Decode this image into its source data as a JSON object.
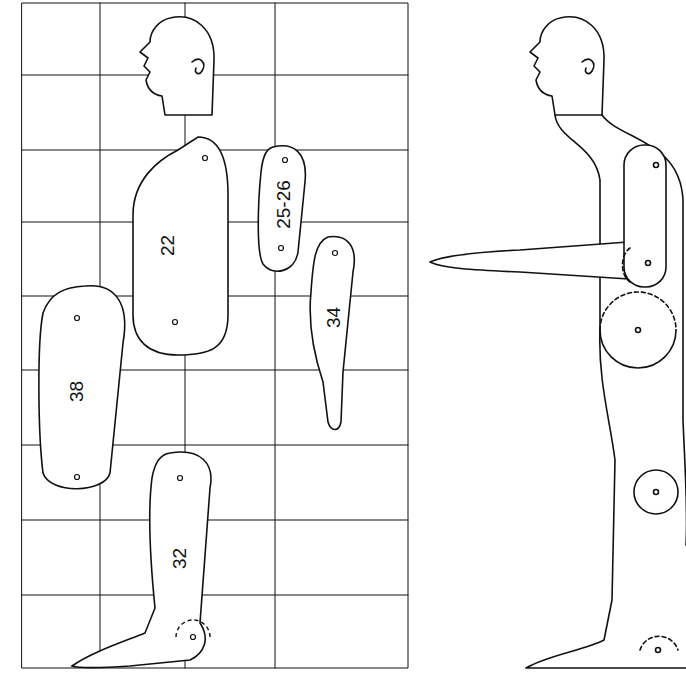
{
  "diagram": {
    "nodes": [
      {
        "text": [
          "22"
        ]
      },
      {
        "text": [
          "25-26"
        ]
      },
      {
        "text": [
          "34"
        ]
      },
      {
        "text": [
          "38"
        ]
      },
      {
        "text": [
          "32"
        ]
      }
    ]
  }
}
